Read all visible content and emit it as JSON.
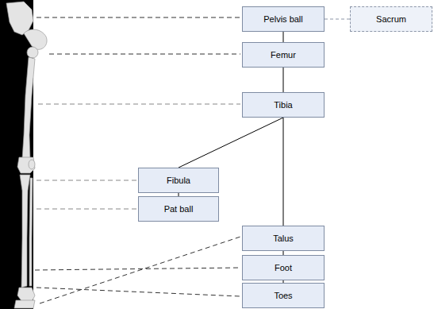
{
  "diagram": {
    "nodes": [
      {
        "text": [
          "Pelvis ball"
        ]
      },
      {
        "text": [
          "Sacrum"
        ]
      },
      {
        "text": [
          "Femur"
        ]
      },
      {
        "text": [
          "Tibia"
        ]
      },
      {
        "text": [
          "Fibula"
        ]
      },
      {
        "text": [
          "Pat ball"
        ]
      },
      {
        "text": [
          "Talus"
        ]
      },
      {
        "text": [
          "Foot"
        ]
      },
      {
        "text": [
          "Toes"
        ]
      }
    ],
    "edges": [
      {
        "from": 0,
        "to": 1,
        "arrow": "none"
      },
      {
        "from": 0,
        "to": 2,
        "arrow": "none"
      },
      {
        "from": 2,
        "to": 3,
        "arrow": "none"
      },
      {
        "from": 3,
        "to": 4,
        "arrow": "none"
      },
      {
        "from": 4,
        "to": 5,
        "arrow": "none"
      },
      {
        "from": 3,
        "to": 6,
        "arrow": "none"
      },
      {
        "from": 6,
        "to": 7,
        "arrow": "none"
      },
      {
        "from": 7,
        "to": 8,
        "arrow": "none"
      }
    ]
  }
}
